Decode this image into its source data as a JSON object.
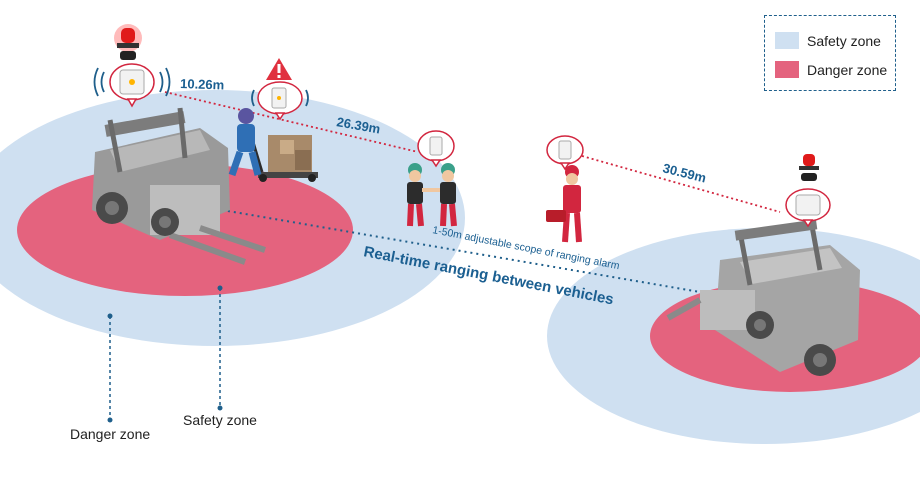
{
  "legend": {
    "items": [
      {
        "label": "Safety zone",
        "color": "#cfe0f1"
      },
      {
        "label": "Danger zone",
        "color": "#e4637e"
      }
    ]
  },
  "distances": {
    "d1": "10.26m",
    "d2": "26.39m",
    "d3": "30.59m"
  },
  "captions": {
    "adjustable_scope": "1-50m adjustable scope of ranging alarm",
    "realtime_ranging": "Real-time ranging between vehicles"
  },
  "callouts": {
    "danger_zone": "Danger zone",
    "safety_zone": "Safety zone"
  },
  "colors": {
    "safety_zone": "#cfe0f1",
    "danger_zone": "#e4637e",
    "ranging_line": "#1f5f8b",
    "alert_line": "#d2263f",
    "text_blue": "#1b5f91"
  },
  "icons": [
    "warning-icon",
    "beacon-light-icon",
    "signal-waves-icon",
    "ranging-tag-icon"
  ]
}
